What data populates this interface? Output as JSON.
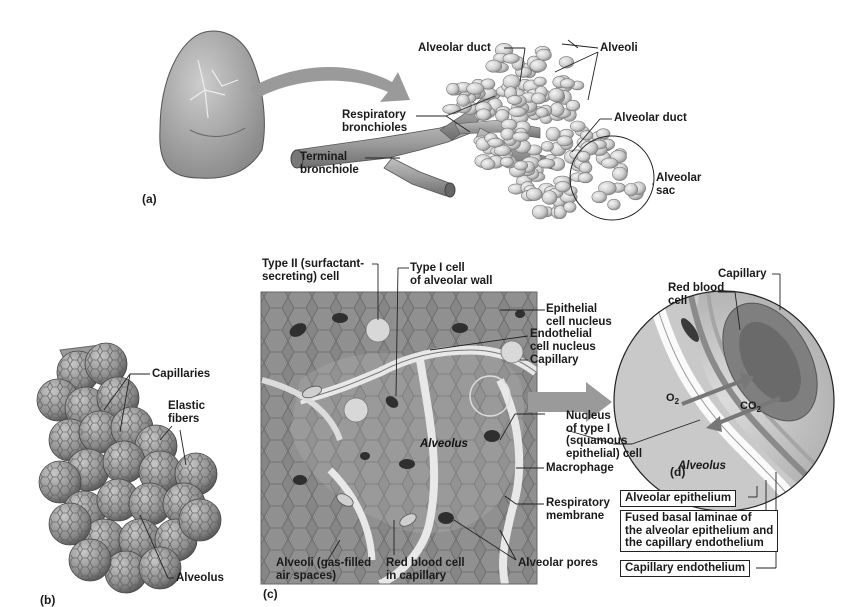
{
  "panel_a": {
    "letter": "(a)",
    "labels": {
      "alveolar_duct_top": "Alveolar duct",
      "alveoli": "Alveoli",
      "respiratory_bronchioles": "Respiratory\nbronchioles",
      "alveolar_duct_right": "Alveolar duct",
      "terminal_bronchiole": "Terminal\nbronchiole",
      "alveolar_sac": "Alveolar\nsac"
    }
  },
  "panel_b": {
    "letter": "(b)",
    "labels": {
      "capillaries": "Capillaries",
      "elastic_fibers": "Elastic\nfibers",
      "alveolus": "Alveolus"
    }
  },
  "panel_c": {
    "letter": "(c)",
    "labels": {
      "type2": "Type II (surfactant-\nsecreting) cell",
      "type1": "Type I cell\nof alveolar wall",
      "epithelial_nucleus": "Epithelial\ncell nucleus",
      "endothelial_nucleus": "Endothelial\ncell nucleus",
      "capillary": "Capillary",
      "alveolus_center": "Alveolus",
      "nucleus_type1": "Nucleus\nof type I\n(squamous\nepithelial) cell",
      "macrophage": "Macrophage",
      "respiratory_membrane": "Respiratory\nmembrane",
      "alveoli_air": "Alveoli (gas-filled\nair spaces)",
      "rbc_capillary": "Red blood cell\nin capillary",
      "alveolar_pores": "Alveolar pores"
    }
  },
  "panel_d": {
    "letter": "(d)",
    "labels": {
      "capillary": "Capillary",
      "rbc": "Red blood\ncell",
      "o2_base": "O",
      "o2_sub": "2",
      "co2_base": "CO",
      "co2_sub": "2",
      "alveolus": "Alveolus"
    },
    "boxes": {
      "alveolar_epithelium": "Alveolar epithelium",
      "fused_basal": "Fused basal laminae of\nthe alveolar epithelium and\nthe capillary endothelium",
      "capillary_endothelium": "Capillary endothelium"
    }
  },
  "colors": {
    "lung_tissue": "#b3b3b3",
    "bronchiole": "#a6a6a6",
    "alveolus_bead": "#d4d4d4",
    "arrow": "#9a9a9a",
    "epithelium": "#9d9d9d",
    "red_blood_cell": "#7a7a7a",
    "nucleus": "#3a3a3a"
  }
}
